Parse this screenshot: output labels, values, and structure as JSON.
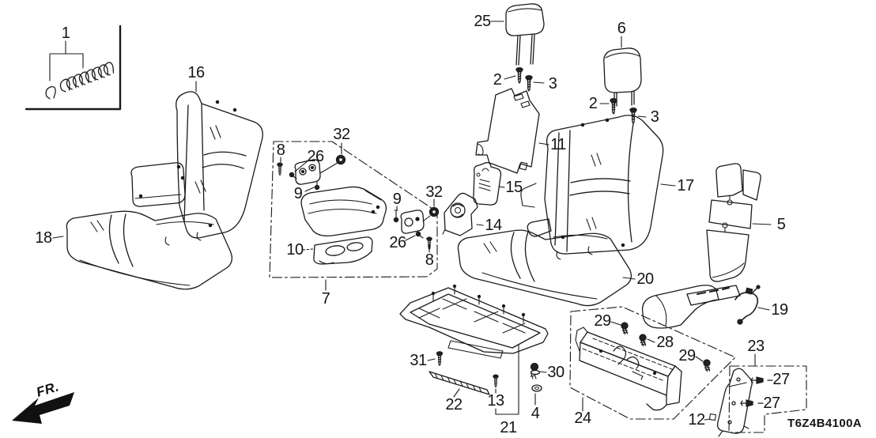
{
  "diagram": {
    "code": "T6Z4B4100A",
    "fr": "FR.",
    "callouts": {
      "n1": "1",
      "n2a": "2",
      "n2b": "2",
      "n3a": "3",
      "n3b": "3",
      "n4": "4",
      "n5": "5",
      "n6": "6",
      "n7": "7",
      "n8a": "8",
      "n8b": "8",
      "n9a": "9",
      "n9b": "9",
      "n10": "10",
      "n11": "11",
      "n12": "12",
      "n13": "13",
      "n14": "14",
      "n15": "15",
      "n16": "16",
      "n17": "17",
      "n18": "18",
      "n19": "19",
      "n20": "20",
      "n21": "21",
      "n22": "22",
      "n23": "23",
      "n24": "24",
      "n25": "25",
      "n26a": "26",
      "n26b": "26",
      "n27a": "27",
      "n27b": "27",
      "n28": "28",
      "n29a": "29",
      "n29b": "29",
      "n30": "30",
      "n31": "31",
      "n32a": "32",
      "n32b": "32"
    }
  }
}
